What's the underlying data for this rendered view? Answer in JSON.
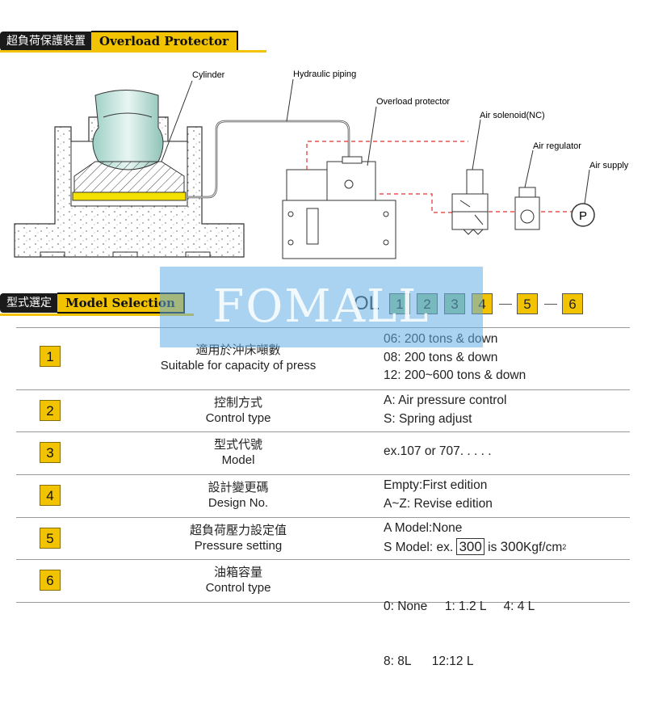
{
  "section1": {
    "title_cn": "超負荷保護裝置",
    "title_en": "Overload Protector"
  },
  "diagram_labels": {
    "cylinder": "Cylinder",
    "hydraulic_piping": "Hydraulic piping",
    "overload_protector": "Overload protector",
    "air_solenoid": "Air solenoid(NC)",
    "air_regulator": "Air regulator",
    "air_supply": "Air supply",
    "p_symbol": "P"
  },
  "section2": {
    "title_cn": "型式選定",
    "title_en": "Model Selection"
  },
  "model_code": {
    "prefix": "OL",
    "boxes": [
      "1",
      "2",
      "3",
      "4",
      "5",
      "6"
    ]
  },
  "watermark": "FOMALL",
  "rows": [
    {
      "num": "1",
      "zh": "適用於沖床噸數",
      "en": "Suitable for capacity of press",
      "options": [
        "06: 200 tons & down",
        "08: 200 tons & down",
        "12: 200~600 tons & down"
      ]
    },
    {
      "num": "2",
      "zh": "控制方式",
      "en": "Control type",
      "options": [
        "A: Air pressure control",
        "S: Spring adjust"
      ]
    },
    {
      "num": "3",
      "zh": "型式代號",
      "en": "Model",
      "options": [
        "ex.107 or 707. . . . ."
      ]
    },
    {
      "num": "4",
      "zh": "設計變更碼",
      "en": "Design No.",
      "options": [
        "Empty:First edition",
        "A~Z: Revise edition"
      ]
    },
    {
      "num": "5",
      "zh": "超負荷壓力設定值",
      "en": "Pressure setting",
      "options": [
        "A Model:None"
      ],
      "smodel": {
        "prefix": "S Model: ex.",
        "value": "300",
        "is": "is",
        "big": "300",
        "unit": "Kgf/cm",
        "sup": "2"
      }
    },
    {
      "num": "6",
      "zh": "油箱容量",
      "en": "Control type",
      "options": [
        "0: None     1: 1.2 L     4: 4 L",
        "8: 8L      12:12 L"
      ]
    }
  ]
}
